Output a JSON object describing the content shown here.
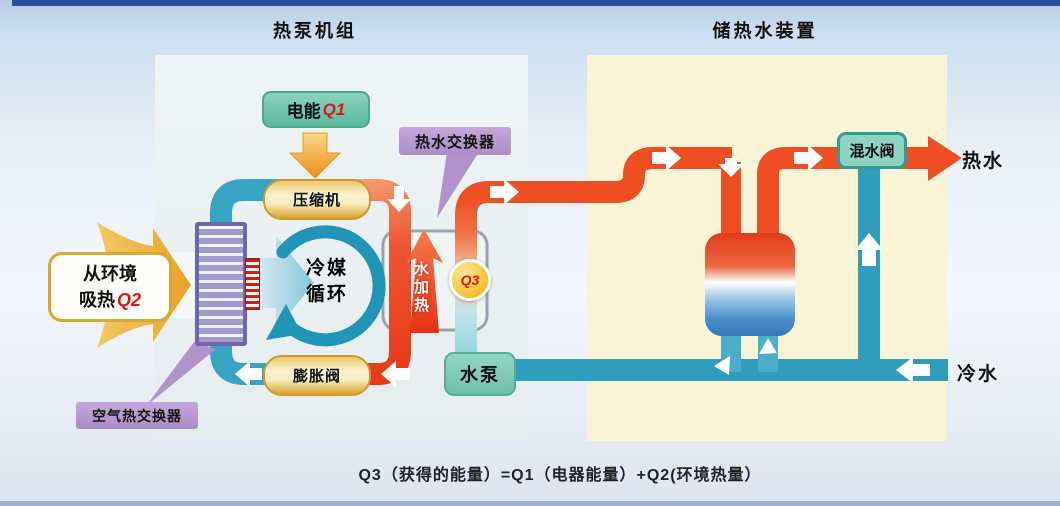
{
  "section_titles": {
    "left": "热泵机组",
    "right": "储热水装置"
  },
  "heat_pump": {
    "electric_energy_label": "电能",
    "q1": "Q1",
    "compressor": "压缩机",
    "refrigerant_line1": "冷媒",
    "refrigerant_line2": "循环",
    "expansion_valve": "膨胀阀",
    "env_line1": "从环境",
    "env_line2": "吸热",
    "q2": "Q2",
    "air_heat_exchanger": "空气热交换器"
  },
  "water": {
    "hot_water_exchanger": "热水交换器",
    "water_heating": "水加热",
    "q3": "Q3",
    "pump": "水泵",
    "mixing_valve": "混水阀",
    "hot_water": "热水",
    "cold_water": "冷水"
  },
  "formula": "Q3（获得的能量）=Q1（电器能量）+Q2(环境热量）",
  "colors": {
    "hot_pipe": "#ee4e22",
    "cold_pipe": "#2f9dbc",
    "gold_arrow": "#e9a22a",
    "purple_label": "#ab8cc6",
    "teal_box": "#5cb9a0",
    "q_symbol_red": "#e01414",
    "tank_top": "#e23a1a",
    "tank_bottom": "#3578ba",
    "panel_yellow": "#faf4d6",
    "panel_gray": "#eaf0f2",
    "top_bar": "#2d4f9b"
  }
}
